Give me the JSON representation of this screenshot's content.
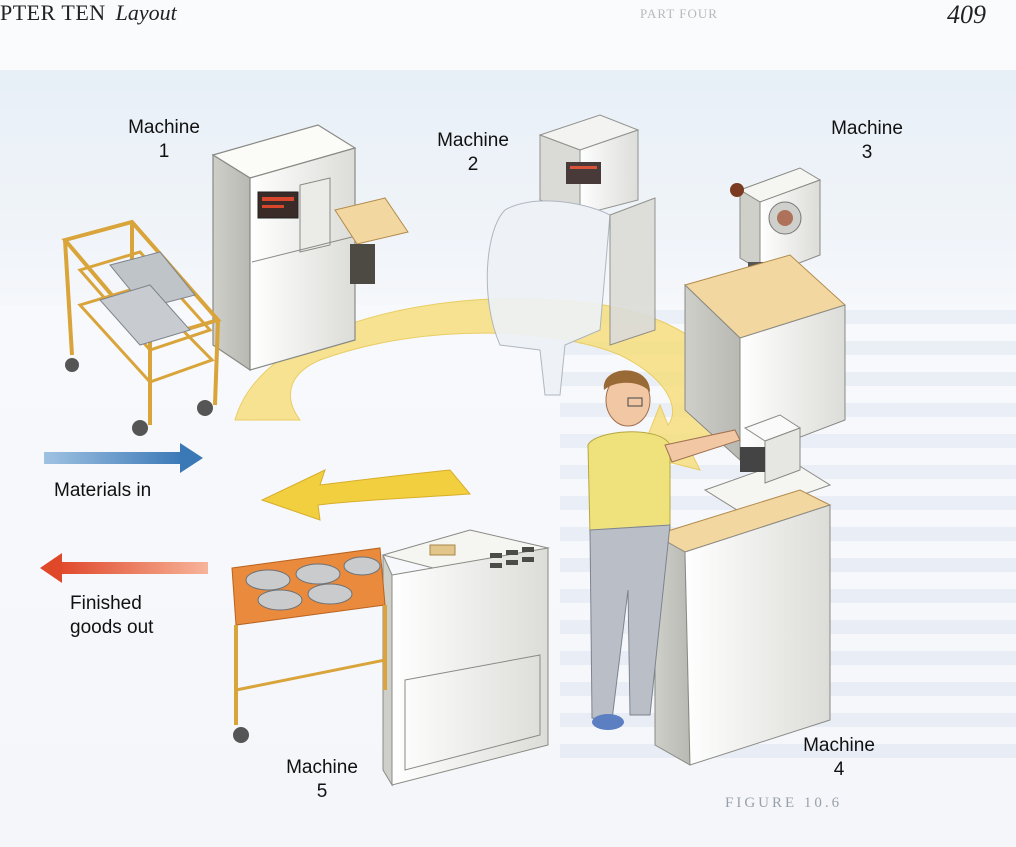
{
  "header": {
    "chapter": "PTER TEN",
    "section": "Layout",
    "part_ghost": "PART FOUR",
    "page_number": "409"
  },
  "figure": {
    "number_ghost": "FIGURE 10.6",
    "machines": [
      {
        "label": "Machine",
        "number": "1"
      },
      {
        "label": "Machine",
        "number": "2"
      },
      {
        "label": "Machine",
        "number": "3"
      },
      {
        "label": "Machine",
        "number": "4"
      },
      {
        "label": "Machine",
        "number": "5"
      }
    ],
    "flows": {
      "materials_in": "Materials in",
      "finished_out_line1": "Finished",
      "finished_out_line2": "goods out"
    },
    "colors": {
      "materials_in_arrow": "#3a78b6",
      "finished_out_arrow": "#e0482a",
      "cycle_arrow": "#f2cf3f",
      "cart_gold": "#d9a43a",
      "machine_body": "#f2f2ef"
    }
  }
}
